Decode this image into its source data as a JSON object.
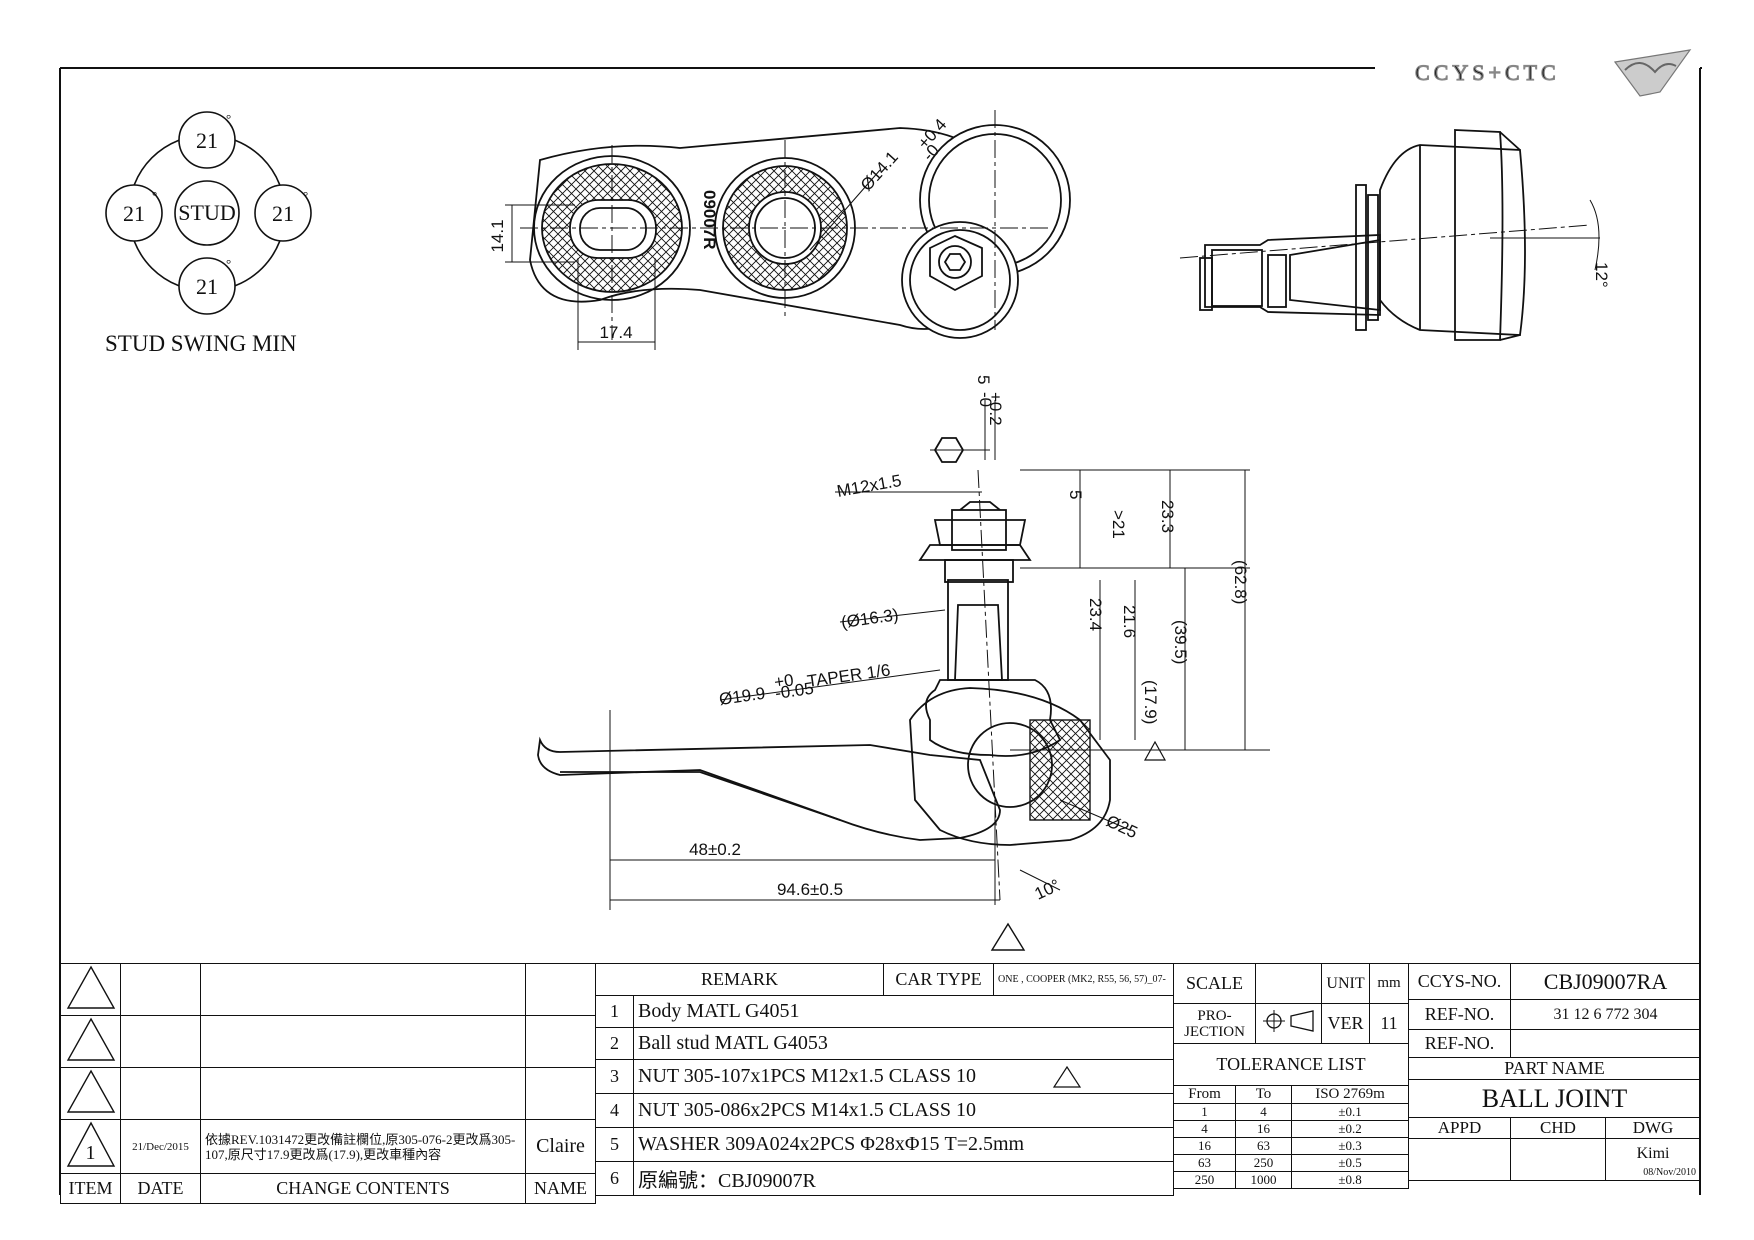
{
  "brand": {
    "logo_text": "CCYS+CTC"
  },
  "swing": {
    "angles": [
      "21",
      "21",
      "21",
      "21"
    ],
    "degree_mark": "°",
    "center": "STUD",
    "caption": "STUD SWING MIN"
  },
  "top_view": {
    "dims": [
      "14.1",
      "17.4",
      "Ø14.1",
      "+0.4",
      "-0"
    ],
    "part_mark": "09007R"
  },
  "side_view": {
    "dims": [
      "12°"
    ]
  },
  "front_view": {
    "dims": [
      "5",
      "+0.2",
      "-0",
      "M12x1.5",
      "5",
      ">21",
      "23.3",
      "(62.8)",
      "(Ø16.3)",
      "23.4",
      "21.6",
      "(39.5)",
      "Ø19.9",
      "+0",
      "-0.05",
      "TAPER 1/6",
      "(17.9)",
      "Ø25",
      "48±0.2",
      "94.6±0.5",
      "10°"
    ]
  },
  "revisions": {
    "headers": {
      "item": "ITEM",
      "date": "DATE",
      "change": "CHANGE CONTENTS",
      "name": "NAME"
    },
    "rows": [
      {
        "item": "",
        "date": "",
        "change": "",
        "name": ""
      },
      {
        "item": "",
        "date": "",
        "change": "",
        "name": ""
      },
      {
        "item": "",
        "date": "",
        "change": "",
        "name": ""
      },
      {
        "item": "1",
        "date": "21/Dec/2015",
        "change": "依據REV.1031472更改備註欄位,原305-076-2更改爲305-107,原尺寸17.9更改爲(17.9),更改車種內容",
        "name": "Claire"
      }
    ]
  },
  "remarks": {
    "header": "REMARK",
    "car_type_label": "CAR TYPE",
    "car_type_value": "ONE , COOPER (MK2, R55, 56, 57)_07-",
    "items": [
      {
        "no": "1",
        "text": "Body MATL G4051"
      },
      {
        "no": "2",
        "text": "Ball stud MATL G4053"
      },
      {
        "no": "3",
        "text": "NUT 305-107x1PCS M12x1.5 CLASS 10"
      },
      {
        "no": "4",
        "text": "NUT 305-086x2PCS M14x1.5 CLASS 10"
      },
      {
        "no": "5",
        "text": "WASHER 309A024x2PCS  Φ28xΦ15 T=2.5mm"
      },
      {
        "no": "6",
        "text": "原編號：CBJ09007R"
      }
    ]
  },
  "title_block": {
    "scale_label": "SCALE",
    "scale_value": "",
    "unit_label": "UNIT",
    "unit_value": "mm",
    "projection_label": "PRO-JECTION",
    "ver_label": "VER",
    "ver_value": "11",
    "tolerance_title": "TOLERANCE LIST",
    "tolerance_headers": [
      "From",
      "To",
      "ISO 2769m"
    ],
    "tolerance_rows": [
      [
        "1",
        "4",
        "±0.1"
      ],
      [
        "4",
        "16",
        "±0.2"
      ],
      [
        "16",
        "63",
        "±0.3"
      ],
      [
        "63",
        "250",
        "±0.5"
      ],
      [
        "250",
        "1000",
        "±0.8"
      ]
    ],
    "ccys_no_label": "CCYS-NO.",
    "ccys_no_value": "CBJ09007RA",
    "ref_no_label": "REF-NO.",
    "ref_no_value": "31 12 6 772 304",
    "ref_no2_label": "REF-NO.",
    "ref_no2_value": "",
    "part_name_label": "PART NAME",
    "part_name_value": "BALL JOINT",
    "appd_label": "APPD",
    "chd_label": "CHD",
    "dwg_label": "DWG",
    "dwg_name": "Kimi",
    "dwg_date": "08/Nov/2010"
  }
}
